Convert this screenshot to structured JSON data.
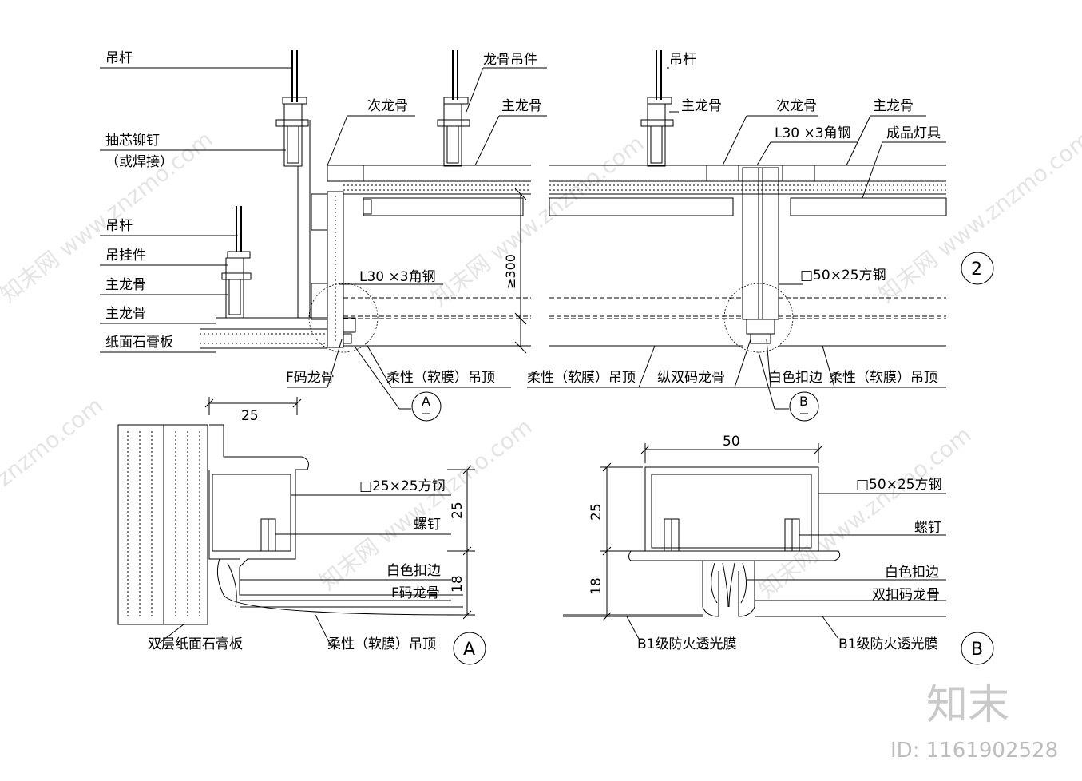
{
  "top_left": {
    "label_diaogan_1": "吊杆",
    "label_rivet": "抽芯铆钉",
    "label_weld": "（或焊接）",
    "label_diaogan_2": "吊杆",
    "label_hanger": "吊挂件",
    "label_main_keel_1": "主龙骨",
    "label_main_keel_2": "主龙骨",
    "label_gypsum": "纸面石膏板",
    "label_secondary_keel": "次龙骨",
    "label_keel_hanger": "龙骨吊件",
    "label_main_keel_3": "主龙骨",
    "label_angle": "L30 ×3角钢",
    "label_300": "≥300",
    "label_f_keel": "F码龙骨",
    "label_soft_ceiling": "柔性（软膜）吊顶",
    "callout_a": "A"
  },
  "top_right": {
    "label_diaogan": "吊杆",
    "label_main_keel_1": "主龙骨",
    "label_secondary_keel": "次龙骨",
    "label_main_keel_2": "主龙骨",
    "label_angle": "L30 ×3角钢",
    "label_lamp": "成品灯具",
    "label_square_steel": "□50×25方钢",
    "label_soft_ceiling_1": "柔性（软膜）吊顶",
    "label_double_keel": "纵双码龙骨",
    "label_white_edge": "白色扣边",
    "label_soft_ceiling_2": "柔性（软膜）吊顶",
    "callout_b": "B",
    "view_number": "2"
  },
  "detail_a": {
    "dim_25_top": "25",
    "dim_25_side": "25",
    "dim_18": "18",
    "label_square_steel": "□25×25方钢",
    "label_screw": "螺钉",
    "label_white_edge": "白色扣边",
    "label_f_keel": "F码龙骨",
    "label_gypsum": "双层纸面石膏板",
    "label_soft_ceiling": "柔性（软膜）吊顶",
    "tag": "A"
  },
  "detail_b": {
    "dim_50": "50",
    "dim_25": "25",
    "dim_18": "18",
    "label_square_steel": "□50×25方钢",
    "label_screw": "螺钉",
    "label_white_edge": "白色扣边",
    "label_double_keel": "双扣码龙骨",
    "label_film_left": "B1级防火透光膜",
    "label_film_right": "B1级防火透光膜",
    "tag": "B"
  },
  "watermark": {
    "logo": "知末",
    "id": "ID: 1161902528"
  }
}
